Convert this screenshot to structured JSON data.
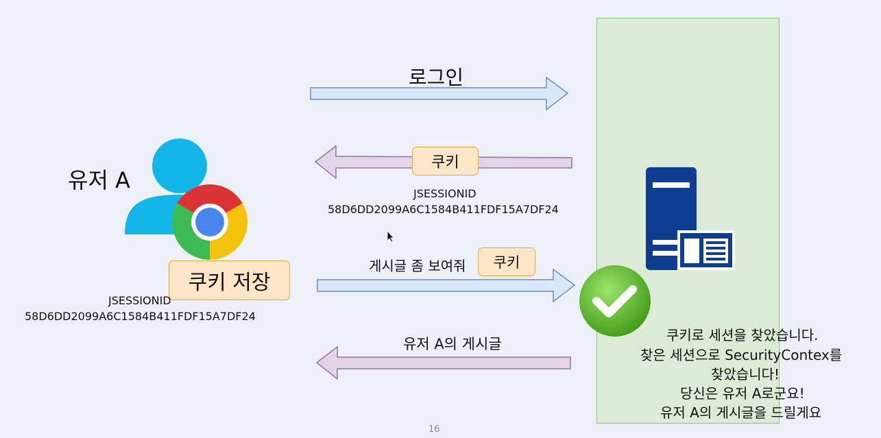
{
  "user": {
    "name": "유저 A",
    "cookie_store_label": "쿠키 저장",
    "session_key": "JSESSIONID",
    "session_value": "58D6DD2099A6C1584B411FDF15A7DF24"
  },
  "arrows": {
    "login": {
      "label": "로그인"
    },
    "cookie": {
      "badge": "쿠키",
      "session_key": "JSESSIONID",
      "session_value": "58D6DD2099A6C1584B411FDF15A7DF24"
    },
    "request": {
      "label": "게시글 좀 보여줘",
      "badge": "쿠키"
    },
    "response": {
      "label": "유저 A의 게시글"
    }
  },
  "server": {
    "messages": [
      "쿠키로 세션을 찾았습니다.",
      "찾은 세션으로 SecurityContex를",
      "찾았습니다!",
      "당신은 유저 A로군요!",
      "유저 A의 게시글을 드릴게요"
    ]
  },
  "slide": {
    "page_number": "16"
  },
  "colors": {
    "forward_arrow": "#dae8fc",
    "forward_stroke": "#6c8ebf",
    "back_arrow": "#e1d5e7",
    "back_stroke": "#9673a6",
    "server_blue": "#0f3d91",
    "check_green": "#4caf20",
    "user_cyan": "#13b6e8"
  }
}
